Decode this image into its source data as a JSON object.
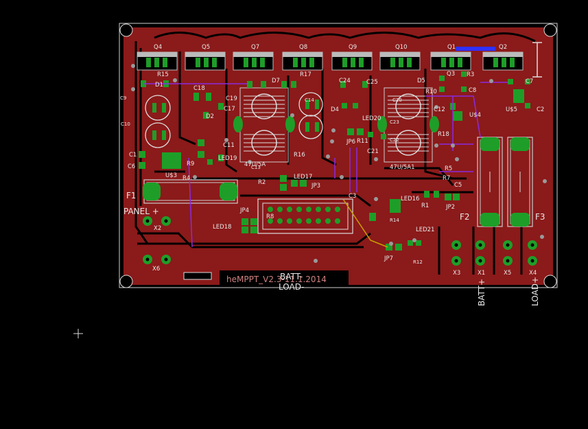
{
  "board": {
    "title_text": "heMPPT_V2.3-11.1.2014",
    "batt_minus": "BATT-",
    "load_minus": "LOAD-",
    "batt_plus": "BATT+",
    "load_plus": "LOAD+",
    "panel_plus": "PANEL +",
    "inductor_left": "47U/5A",
    "inductor_right": "47U/5A1"
  },
  "colors": {
    "background": "#000000",
    "copper_top": "#8b1a1a",
    "pad": "#1e9e28",
    "silkscreen": "#e0e0e0",
    "via": "#9a9a9a",
    "trace_purple": "#8a2be2",
    "trace_blue": "#3030ff",
    "trace_yellow": "#c8a000"
  },
  "components": {
    "transistors": [
      "Q4",
      "Q5",
      "Q7",
      "Q8",
      "Q9",
      "Q10",
      "Q1",
      "Q2",
      "Q3"
    ],
    "resistors": [
      "R15",
      "R17",
      "R3",
      "R10",
      "R18",
      "R11",
      "R16",
      "R9",
      "R4",
      "R2",
      "R8",
      "R1",
      "R5",
      "R7",
      "R12",
      "R14"
    ],
    "capacitors": [
      "C9",
      "C10",
      "C18",
      "C17",
      "C24",
      "C25",
      "C19",
      "C14",
      "C11",
      "C12",
      "C1",
      "C6",
      "C23",
      "C20",
      "C22",
      "C21",
      "C8",
      "C7",
      "C2",
      "C13",
      "C5",
      "C3"
    ],
    "diodes": [
      "D1",
      "D2",
      "D7",
      "D4",
      "D5"
    ],
    "leds": [
      "LED19",
      "LED17",
      "LED18",
      "LED20",
      "LED16",
      "LED21"
    ],
    "jumpers": [
      "JP4",
      "JP3",
      "JP6",
      "JP2",
      "JP7"
    ],
    "ics": [
      "U$3",
      "U$4",
      "U$5"
    ],
    "fuses": [
      "F1",
      "F2",
      "F3"
    ],
    "connectors": [
      "X2",
      "X6",
      "X3",
      "X1",
      "X5",
      "X4"
    ]
  }
}
